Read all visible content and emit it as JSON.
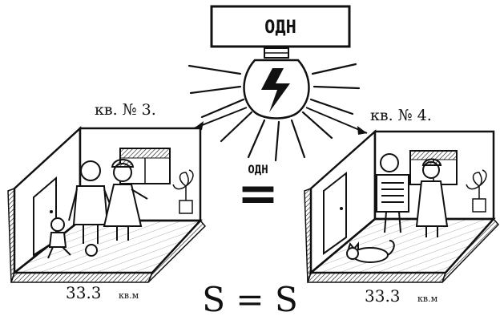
{
  "top_sign": "ОДН",
  "apt_left_label": "кв. № 3.",
  "apt_right_label": "кв. № 4.",
  "center_label": "ОДН",
  "center_equals": "=",
  "area_left": "33.3",
  "area_left_unit": "кв.м",
  "area_right": "33.3",
  "area_right_unit": "кв.м",
  "formula": "S = S",
  "colors": {
    "ink": "#111111",
    "paper": "#ffffff",
    "shade": "#8a8a8a"
  },
  "icons": [
    "light-bulb-icon",
    "lightning-bolt-icon",
    "door-icon",
    "window-icon",
    "potted-plant-icon",
    "cat-icon",
    "ball-icon"
  ]
}
